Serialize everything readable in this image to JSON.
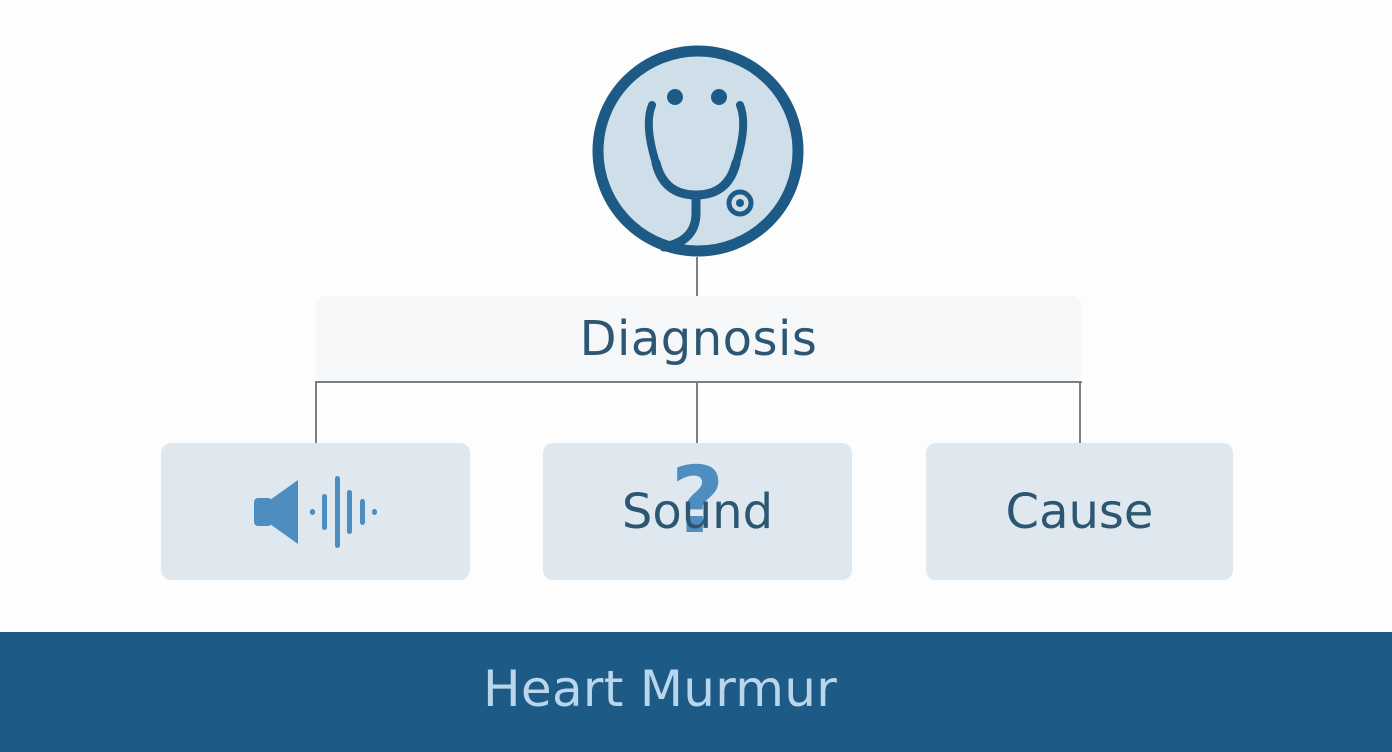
{
  "diagram": {
    "root_icon": "stethoscope-icon",
    "diagnosis_label": "Diagnosis",
    "branches": [
      {
        "icon": "speaker-sound-wave-icon",
        "label": ""
      },
      {
        "icon": "question-mark-icon",
        "label": "Sound",
        "overlay_glyph": "?"
      },
      {
        "icon": "",
        "label": "Cause"
      }
    ]
  },
  "footer": {
    "title": "Heart Murmur"
  },
  "colors": {
    "primary_dark": "#1d5a85",
    "icon_fill": "#cfdfea",
    "card_bg": "#e0e8ef",
    "text": "#2d5672",
    "accent_blue": "#4e8dbf",
    "footer_text": "#bad6ec"
  }
}
